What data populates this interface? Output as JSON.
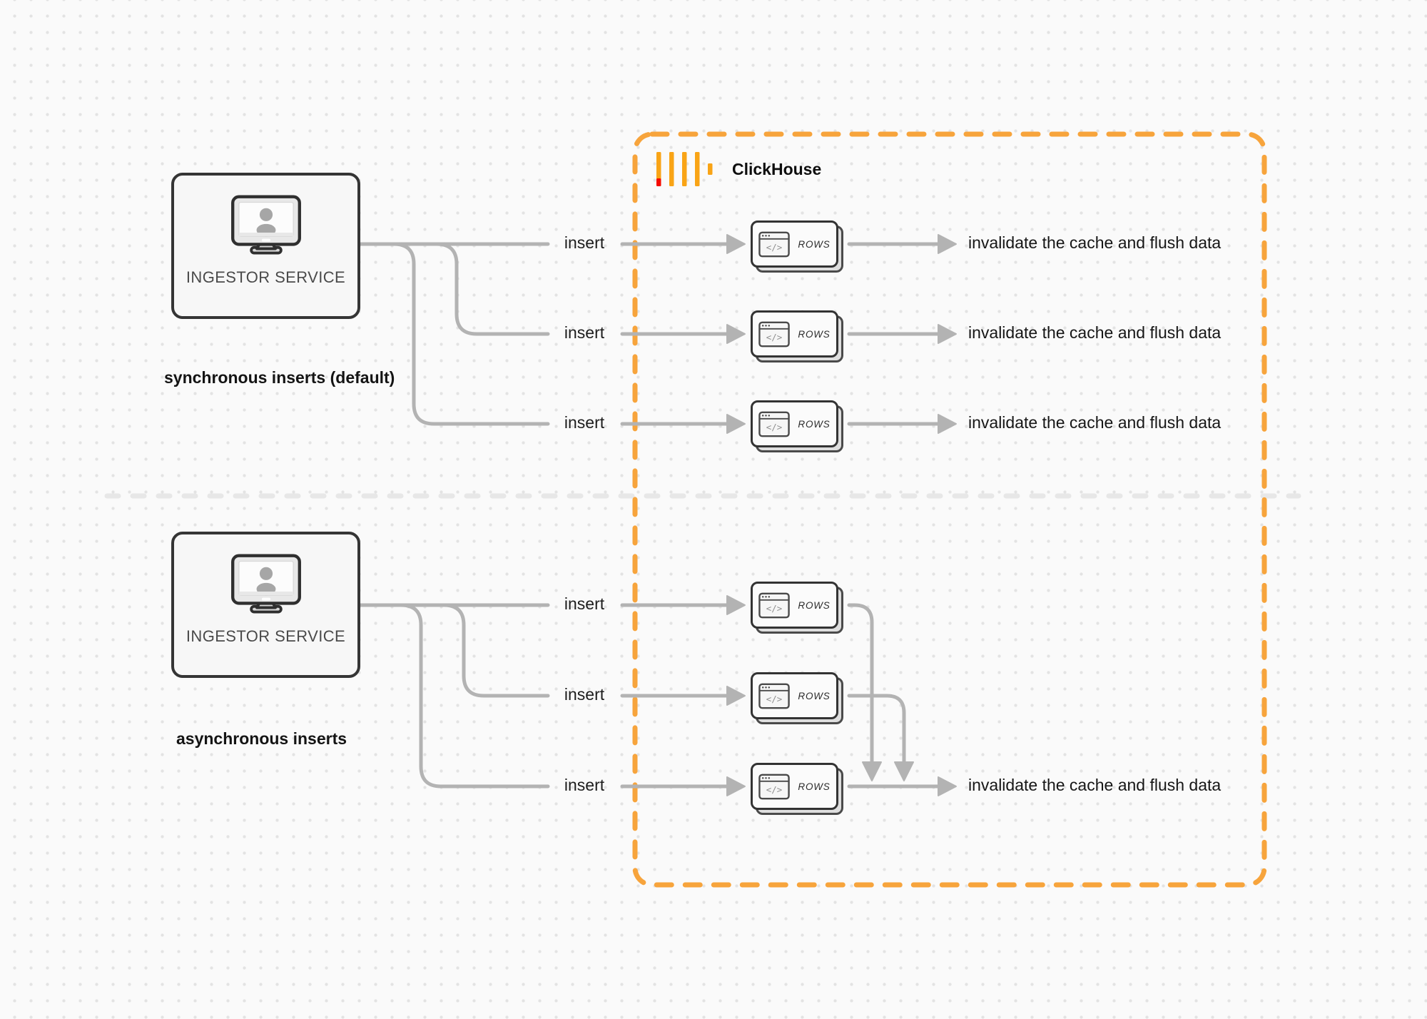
{
  "clickhouse": {
    "label": "ClickHouse",
    "brand_bar_color": "#F9A416",
    "brand_accent_red": "#F50B00",
    "border_color": "#F7A43C"
  },
  "sections": {
    "sync": {
      "caption": "synchronous inserts (default)",
      "service_label": "INGESTOR SERVICE",
      "rows": [
        {
          "insert_label": "insert",
          "rows_label": "ROWS",
          "result_label": "invalidate the cache and flush data"
        },
        {
          "insert_label": "insert",
          "rows_label": "ROWS",
          "result_label": "invalidate the cache and flush data"
        },
        {
          "insert_label": "insert",
          "rows_label": "ROWS",
          "result_label": "invalidate the cache and flush data"
        }
      ]
    },
    "async": {
      "caption": "asynchronous inserts",
      "service_label": "INGESTOR SERVICE",
      "rows": [
        {
          "insert_label": "insert",
          "rows_label": "ROWS"
        },
        {
          "insert_label": "insert",
          "rows_label": "ROWS"
        },
        {
          "insert_label": "insert",
          "rows_label": "ROWS"
        }
      ],
      "result_label": "invalidate the cache and flush data"
    }
  },
  "icons": {
    "service": "monitor-user-icon",
    "table": "code-window-icon",
    "logo": "clickhouse-logo-icon"
  },
  "colors": {
    "background": "#FAFAFA",
    "grid_dot": "#E3E3E3",
    "connector": "#B3B3B3",
    "divider": "#E7E7E7",
    "box_border": "#353535",
    "box_fill": "#F7F7F7"
  }
}
